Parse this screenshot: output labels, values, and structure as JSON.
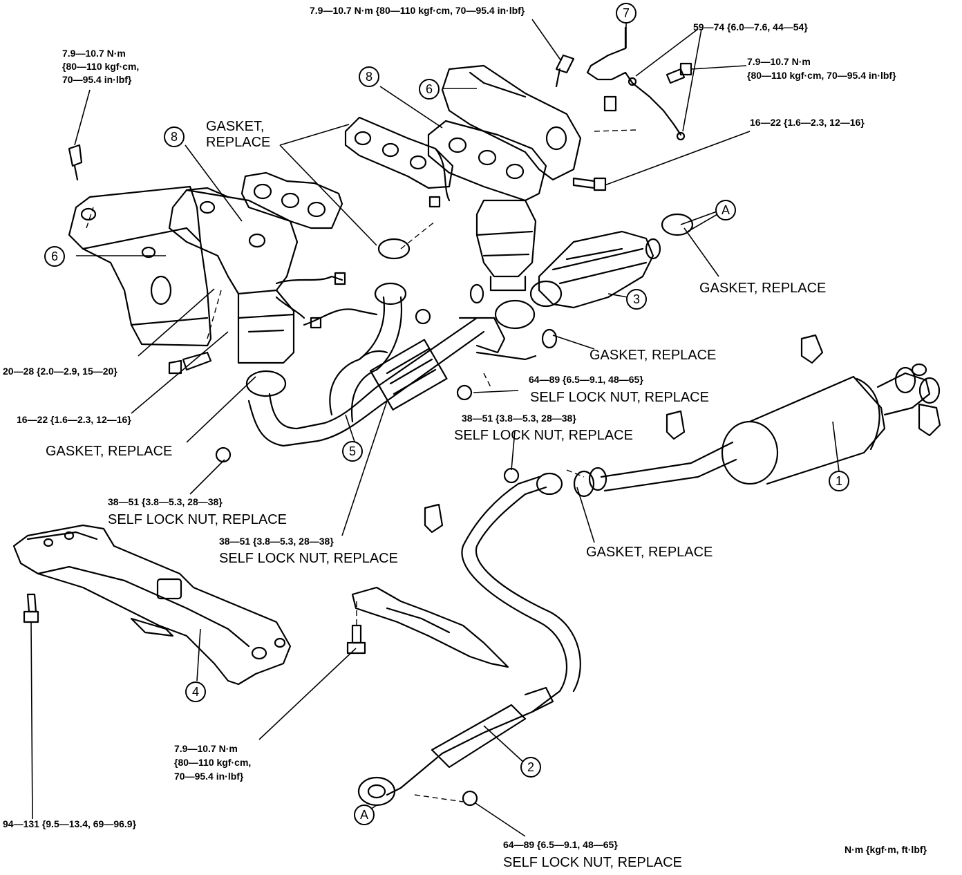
{
  "torques": {
    "top_bolt": "7.9—10.7 N·m {80—110 kgf·cm, 70—95.4 in·lbf}",
    "left_top_l1": "7.9—10.7 N·m",
    "left_top_l2": "{80—110 kgf·cm,",
    "left_top_l3": "70—95.4 in·lbf}",
    "sensor_nut": "59—74 {6.0—7.6, 44—54}",
    "right_top_l1": "7.9—10.7 N·m",
    "right_top_l2": "{80—110 kgf·cm, 70—95.4 in·lbf}",
    "right_mid": "16—22 {1.6—2.3, 12—16}",
    "left_mid1": "20—28 {2.0—2.9, 15—20}",
    "left_mid2": "16—22 {1.6—2.3, 12—16}",
    "center_nut": "64—89 {6.5—9.1, 48—65}",
    "center_nut2": "38—51 {3.8—5.3, 28—38}",
    "left_nut": "38—51 {3.8—5.3, 28—38}",
    "mid_nut": "38—51 {3.8—5.3, 28—38}",
    "bottom_bolt_l1": "7.9—10.7 N·m",
    "bottom_bolt_l2": "{80—110 kgf·cm,",
    "bottom_bolt_l3": "70—95.4 in·lbf}",
    "crossmember": "94—131 {9.5—13.4, 69—96.9}",
    "bottom_nut": "64—89 {6.5—9.1, 48—65}"
  },
  "notes": {
    "gasket_top_l1": "GASKET,",
    "gasket_top_l2": "REPLACE",
    "gasket_replace": "GASKET, REPLACE",
    "self_lock_nut": "SELF LOCK NUT, REPLACE"
  },
  "callouts": {
    "c1": "1",
    "c2": "2",
    "c3": "3",
    "c4": "4",
    "c5": "5",
    "c6": "6",
    "c7": "7",
    "c8": "8",
    "cA": "A"
  },
  "units": "N·m {kgf·m, ft·lbf}"
}
